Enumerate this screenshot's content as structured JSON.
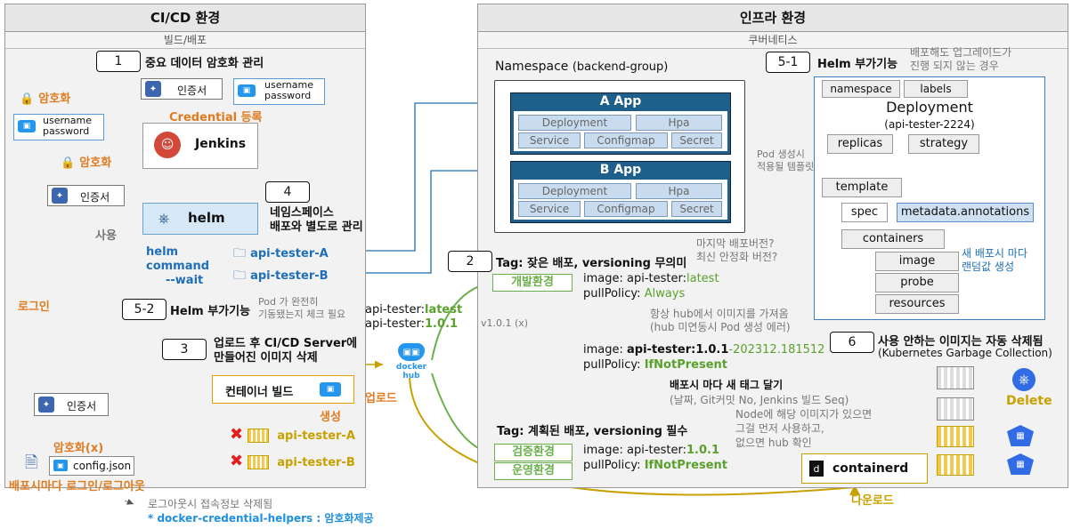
{
  "left_panel": {
    "title": "CI/CD 환경",
    "subtitle": "빌드/배포",
    "step1": {
      "num": "1",
      "label": "중요 데이터 암호화 관리"
    },
    "cert_label": "인증서",
    "cred_text": [
      "username",
      "password"
    ],
    "encrypt_label": "암호화",
    "credential_register": "Credential 등록",
    "jenkins_label": "Jenkins",
    "helm_label": "helm",
    "use_label": "사용",
    "login_label": "로그인",
    "helm_command": [
      "helm",
      "command",
      "--wait"
    ],
    "step4": {
      "num": "4",
      "label_lines": [
        "네임스페이스",
        "배포와 별도로 관리"
      ]
    },
    "api_tester_a": "api-tester-A",
    "api_tester_b": "api-tester-B",
    "step52": {
      "num": "5-2",
      "label": "Helm 부가기능",
      "note_lines": [
        "Pod 가 완전히",
        "기동됐는지 체크 필요"
      ]
    },
    "step3": {
      "num": "3",
      "label_lines": [
        "업로드 후 CI/CD Server에",
        "만들어진 이미지 삭제"
      ]
    },
    "container_build": "컨테이너 빌드",
    "generate_label": "생성",
    "encrypt_x": "암호화(x)",
    "config_json": "config.json",
    "per_deploy_login": "배포시마다 로그인/로그아웃",
    "footnote1": "로그아웃시 접속정보 삭제됨",
    "footnote2": "* docker-credential-helpers : 암호화제공",
    "api_tester_latest": [
      "api-tester:",
      "latest"
    ],
    "api_tester_ver": [
      "api-tester:",
      "1.0.1"
    ],
    "upload_label": "업로드",
    "docker_hub": "docker hub"
  },
  "right_panel": {
    "title": "인프라 환경",
    "subtitle": "쿠버네티스",
    "namespace": {
      "label": "Namespace",
      "name": "(backend-group)"
    },
    "apps": [
      {
        "title": "A App",
        "cells": [
          "Deployment",
          "Hpa",
          "Service",
          "Configmap",
          "Secret"
        ]
      },
      {
        "title": "B App",
        "cells": [
          "Deployment",
          "Hpa",
          "Service",
          "Configmap",
          "Secret"
        ]
      }
    ],
    "step51": {
      "num": "5-1",
      "label": "Helm 부가기능",
      "note_lines": [
        "배포해도 업그레이드가",
        "진행 되지 않는 경우"
      ]
    },
    "deployment": {
      "tabs": [
        "namespace",
        "labels"
      ],
      "title": "Deployment",
      "subtitle": "(api-tester-2224)",
      "fields": [
        "replicas",
        "strategy"
      ],
      "template": "template",
      "spec": "spec",
      "metadata": "metadata.annotations",
      "containers": "containers",
      "children": [
        "image",
        "probe",
        "resources"
      ]
    },
    "pod_template_note": [
      "Pod 생성시",
      "적용될 템플릿"
    ],
    "random_note": [
      "새 배포시 마다",
      "랜덤값 생성"
    ],
    "step2": {
      "num": "2",
      "label": "Tag: 잦은 배포, versioning 무의미"
    },
    "question_note": [
      "마지막 배포버전?",
      "최신 안정화 버전?"
    ],
    "dev_env": "개발환경",
    "img1": {
      "key": "image: ",
      "name": "api-tester:",
      "tag": "latest"
    },
    "pull1": {
      "key": "pullPolicy: ",
      "val": "Always"
    },
    "hub_note": [
      "항상 hub에서 이미지를 가져옴",
      "(hub 미연동시 Pod 생성 에러)"
    ],
    "v_x": "v1.0.1 (x)",
    "img2": {
      "key": "image: ",
      "name": "api-tester:1.0.1",
      "tag": "-202312.181512"
    },
    "pull2": {
      "key": "pullPolicy: ",
      "val": "IfNotPresent"
    },
    "new_tag": "배포시 마다 새 태그 달기",
    "new_tag_sub": "(날짜, Git커밋 No, Jenkins 빌드 Seq)",
    "step6": {
      "num": "6",
      "label": "사용 안하는 이미지는 자동 삭제됨",
      "sub": "(Kubernetes  Garbage Collection)"
    },
    "delete_label": "Delete",
    "tag_planned": "Tag: 계획된 배포, versioning 필수",
    "node_note": [
      "Node에 해당 이미지가 있으면",
      "그걸 먼저 사용하고,",
      "없으면 hub 확인"
    ],
    "verify_env": "검증환경",
    "prod_env": "운영환경",
    "img3": {
      "key": "image: ",
      "name": "api-tester:",
      "tag": "1.0.1"
    },
    "pull3": {
      "key": "pullPolicy: ",
      "val": "IfNotPresent"
    },
    "containerd": "containerd",
    "download": "다운로드"
  },
  "colors": {
    "orange": "#e07b1f",
    "green": "#5aa02c",
    "blue": "#1f6fb8",
    "gold": "#b8860b",
    "app_blue": "#1f5f8b"
  }
}
